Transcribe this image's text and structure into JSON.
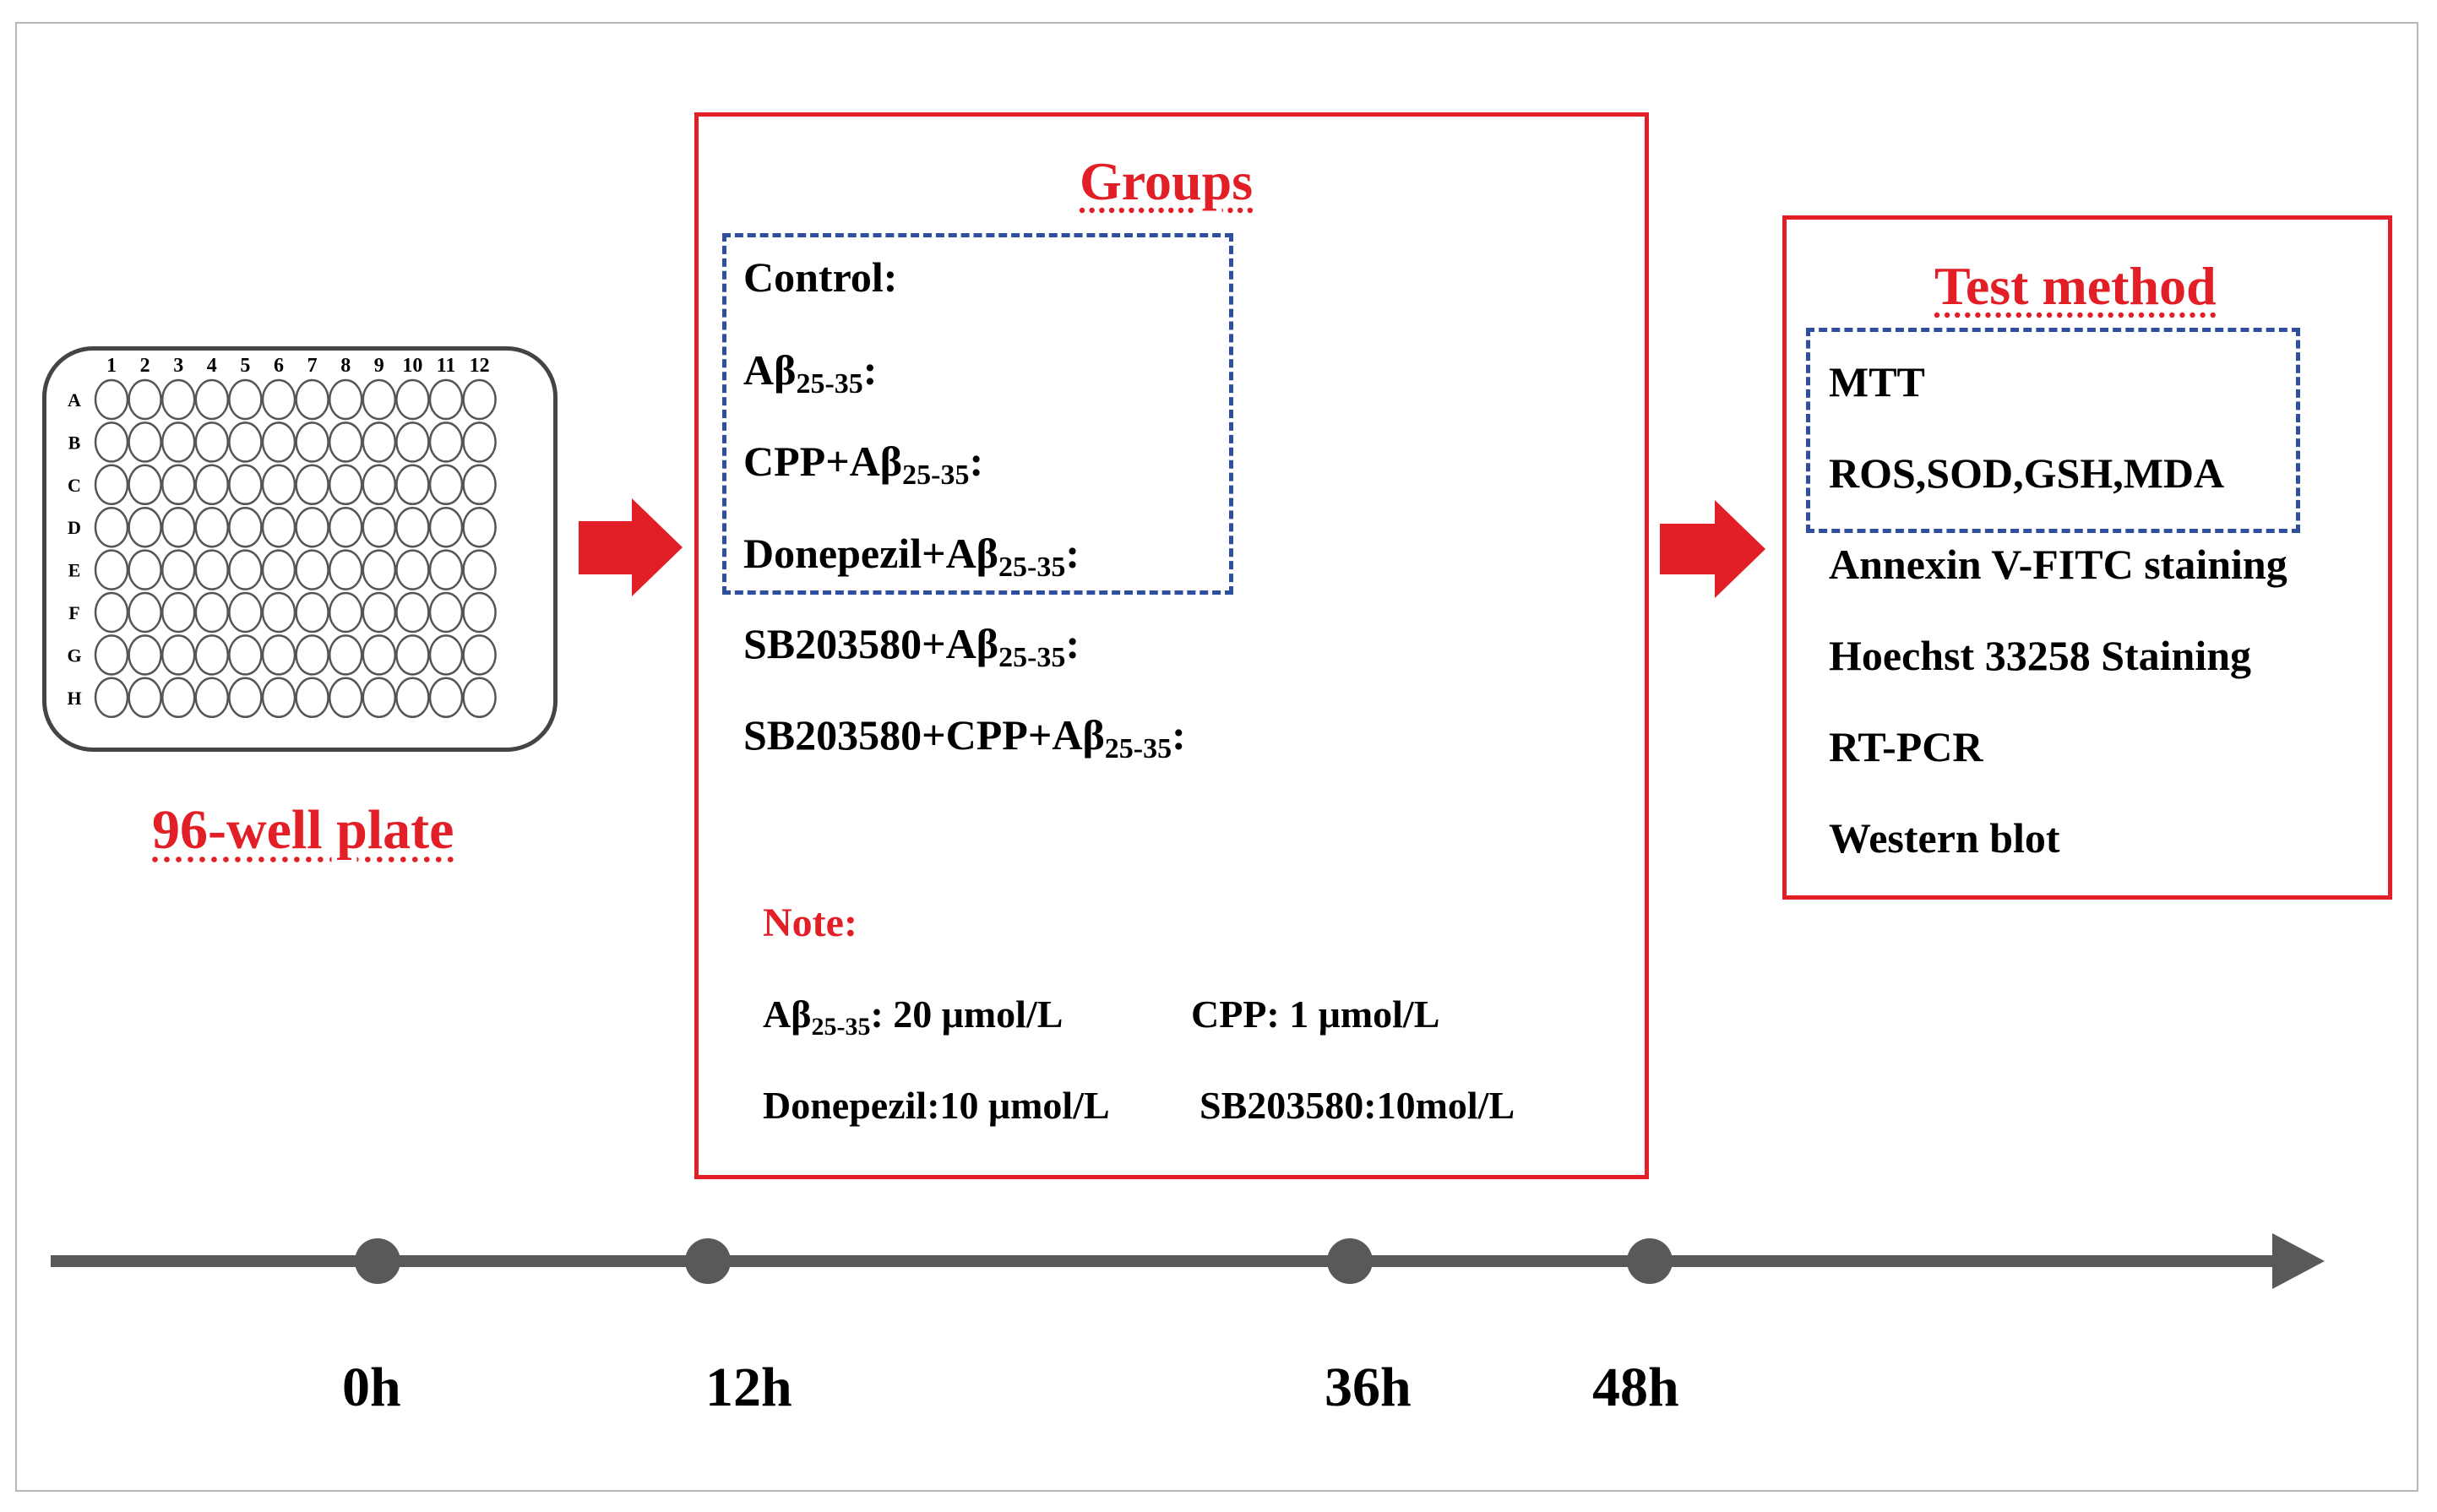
{
  "plate": {
    "title": "96-well plate",
    "columns": [
      "1",
      "2",
      "3",
      "4",
      "5",
      "6",
      "7",
      "8",
      "9",
      "10",
      "11",
      "12"
    ],
    "rows": [
      "A",
      "B",
      "C",
      "D",
      "E",
      "F",
      "G",
      "H"
    ]
  },
  "groups": {
    "title": "Groups",
    "items": [
      {
        "main": "Control:",
        "sub": "",
        "tail": ""
      },
      {
        "main": "Aβ",
        "sub": "25-35",
        "tail": ":"
      },
      {
        "main": "CPP+Aβ",
        "sub": "25-35",
        "tail": ":"
      },
      {
        "main": "Donepezil+Aβ",
        "sub": "25-35",
        "tail": ":"
      },
      {
        "main": "SB203580+Aβ",
        "sub": "25-35",
        "tail": ":"
      },
      {
        "main": "SB203580+CPP+Aβ",
        "sub": "25-35",
        "tail": ":"
      }
    ],
    "note": {
      "title": "Note:",
      "abeta_main": "Aβ",
      "abeta_sub": "25-35",
      "abeta_value": ": 20 μmol/L",
      "cpp": "CPP: 1 μmol/L",
      "donepezil": "Donepezil:10 μmol/L",
      "sb": "SB203580:10mol/L"
    }
  },
  "test": {
    "title": "Test method",
    "items": [
      "MTT",
      "ROS,SOD,GSH,MDA",
      "Annexin V-FITC staining",
      "Hoechst 33258 Staining",
      "RT-PCR",
      "Western blot"
    ]
  },
  "timeline": {
    "ticks": [
      "0h",
      "12h",
      "36h",
      "48h"
    ]
  },
  "colors": {
    "accent_red": "#e21f26",
    "dash_blue": "#2e4f9e",
    "timeline": "#595959"
  }
}
